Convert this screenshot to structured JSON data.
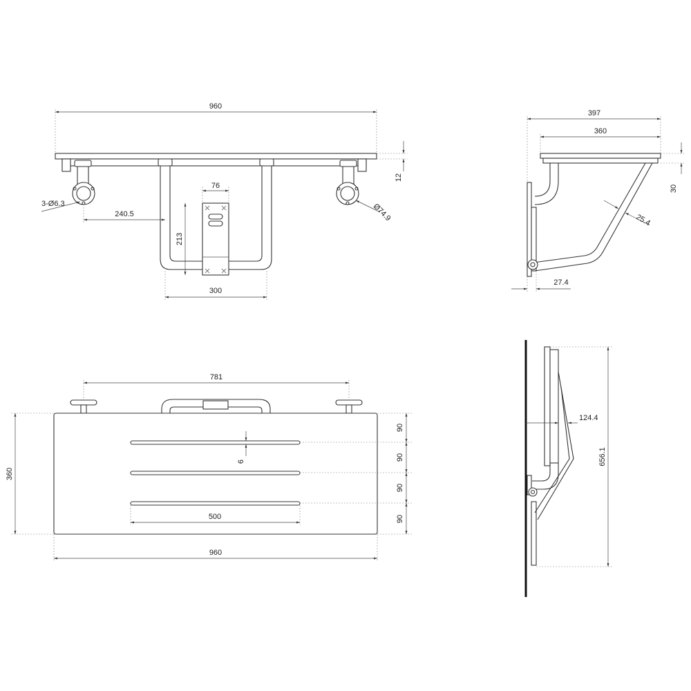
{
  "dimensions": {
    "front_top_width": "960",
    "front_bolt_holes": "3-Ø6.3",
    "front_flange_dia": "Ø74.9",
    "front_left_offset": "240.5",
    "front_plate_width": "76",
    "front_frame_height": "213",
    "front_frame_width": "300",
    "front_seat_thickness": "12",
    "side_total_depth": "397",
    "side_seat_depth": "360",
    "side_thickness": "30",
    "side_tube_dia": "25.4",
    "side_pivot_offset": "27.4",
    "plan_flange_span": "781",
    "plan_seat_depth": "360",
    "plan_slot_gap": "6",
    "plan_slot_length": "500",
    "plan_seat_width": "960",
    "plan_slot_pitch_1": "90",
    "plan_slot_pitch_2": "90",
    "plan_slot_pitch_3": "90",
    "plan_slot_pitch_4": "90",
    "folded_projection": "124.4",
    "folded_height": "656.1"
  },
  "colors": {
    "line": "#333333",
    "dimension": "#444444",
    "wall": "#111111",
    "background": "#ffffff"
  }
}
